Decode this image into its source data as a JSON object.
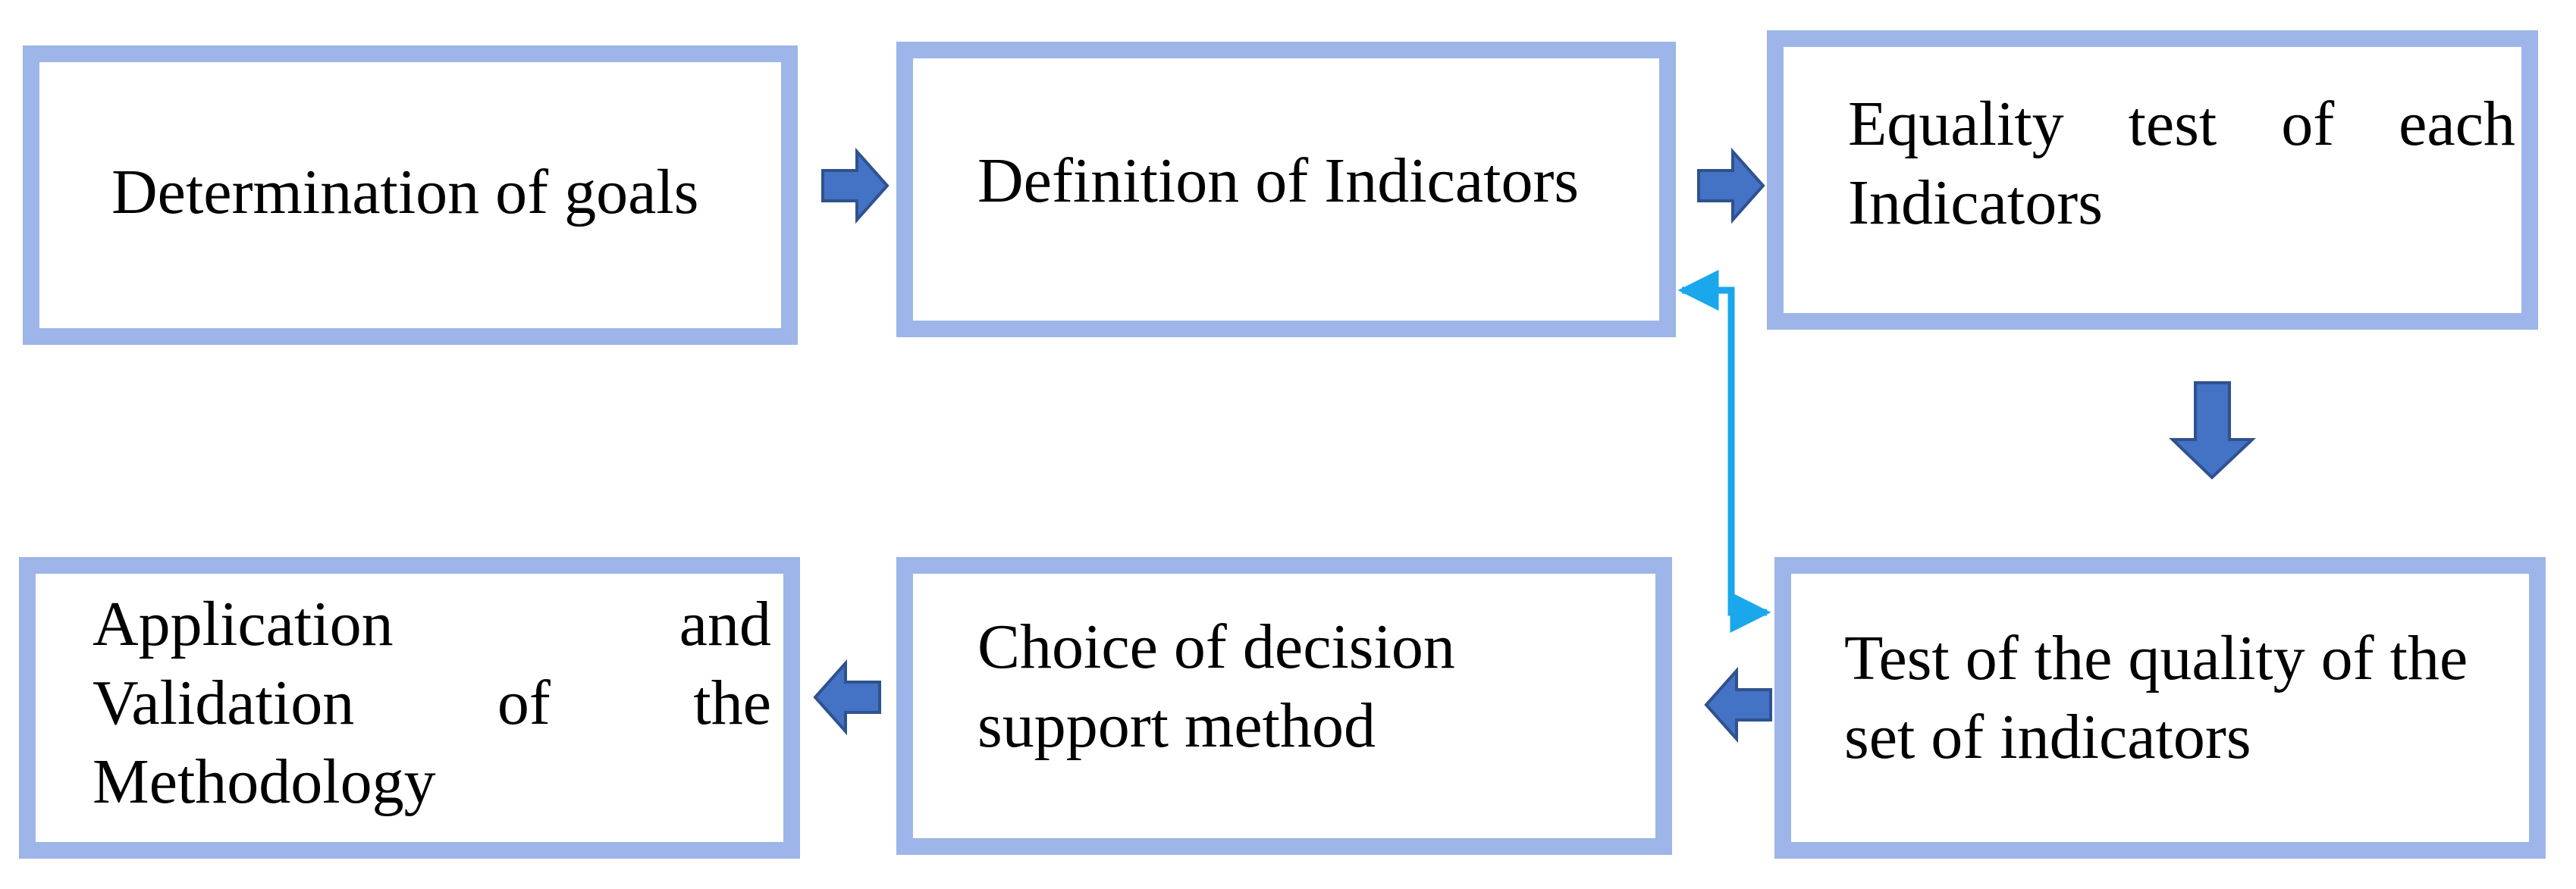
{
  "diagram": {
    "steps": [
      {
        "id": "goals",
        "lines": [
          "Determination of goals"
        ]
      },
      {
        "id": "indicators",
        "lines": [
          "Definition of Indicators"
        ]
      },
      {
        "id": "equality",
        "lines": [
          "Equality test of each",
          "Indicators"
        ]
      },
      {
        "id": "quality",
        "lines": [
          "Test of the quality of the",
          "set of indicators"
        ]
      },
      {
        "id": "decision",
        "lines": [
          "Choice of decision",
          "support method"
        ]
      },
      {
        "id": "application",
        "lines": [
          "Application and",
          "Validation of the",
          "Methodology"
        ]
      }
    ],
    "colors": {
      "box_border": "#9db5e8",
      "arrow_fill": "#4472c4",
      "arrow_stroke": "#2f528f",
      "feedback_line": "#1aa7ec"
    }
  }
}
